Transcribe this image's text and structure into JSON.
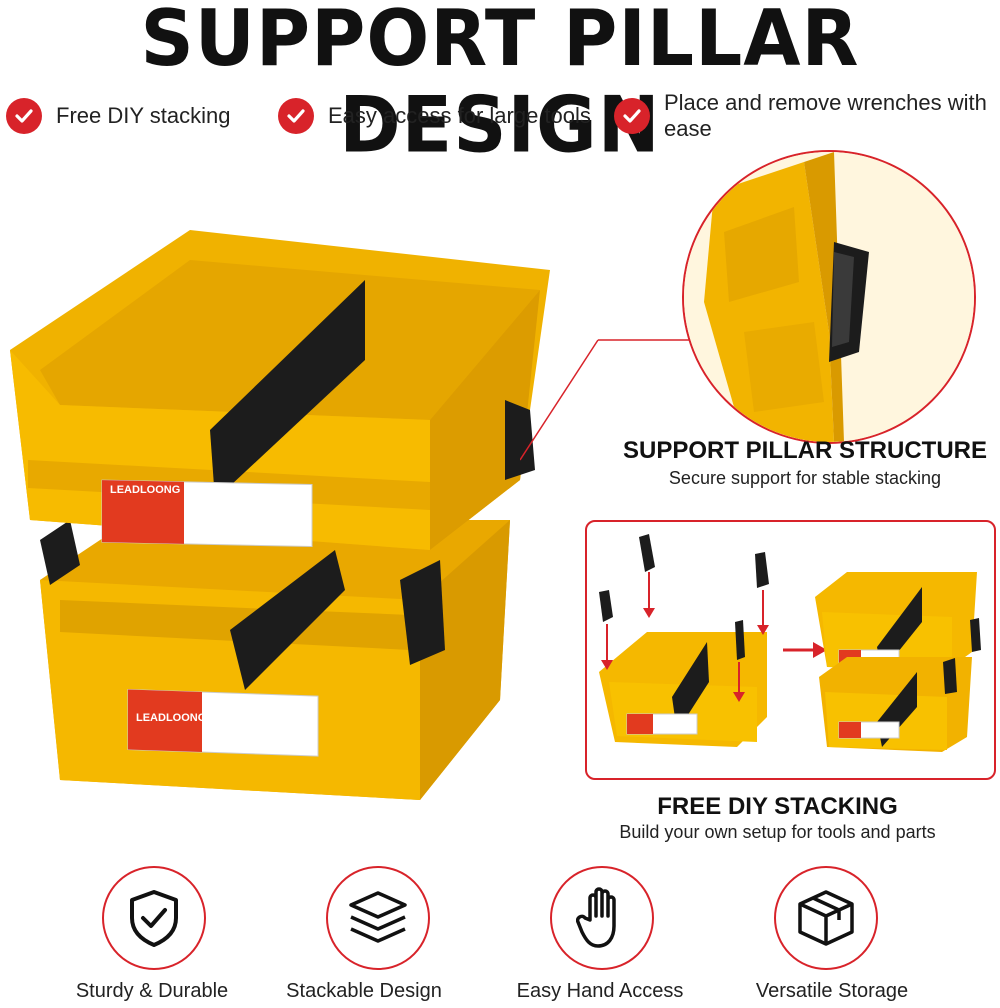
{
  "title": "SUPPORT PILLAR DESIGN",
  "features": [
    {
      "label": "Free DIY stacking",
      "icon": "check-circle-icon"
    },
    {
      "label": "Easy access for large tools",
      "icon": "check-circle-icon"
    },
    {
      "label": "Place and remove wrenches with ease",
      "icon": "check-circle-icon"
    }
  ],
  "brand": "LEADLOONG",
  "pillar": {
    "heading": "SUPPORT PILLAR STRUCTURE",
    "caption": "Secure support for stable stacking"
  },
  "diy": {
    "heading": "FREE DIY STACKING",
    "caption": "Build your own setup for tools and parts"
  },
  "bottom_icons": [
    {
      "label": "Sturdy & Durable",
      "icon": "shield-check-icon"
    },
    {
      "label": "Stackable Design",
      "icon": "layers-icon"
    },
    {
      "label": "Easy Hand Access",
      "icon": "hand-icon"
    },
    {
      "label": "Versatile Storage",
      "icon": "box-icon"
    }
  ],
  "colors": {
    "accent": "#d8232a",
    "bin": "#f5b800",
    "divider": "#1c1c1c"
  }
}
